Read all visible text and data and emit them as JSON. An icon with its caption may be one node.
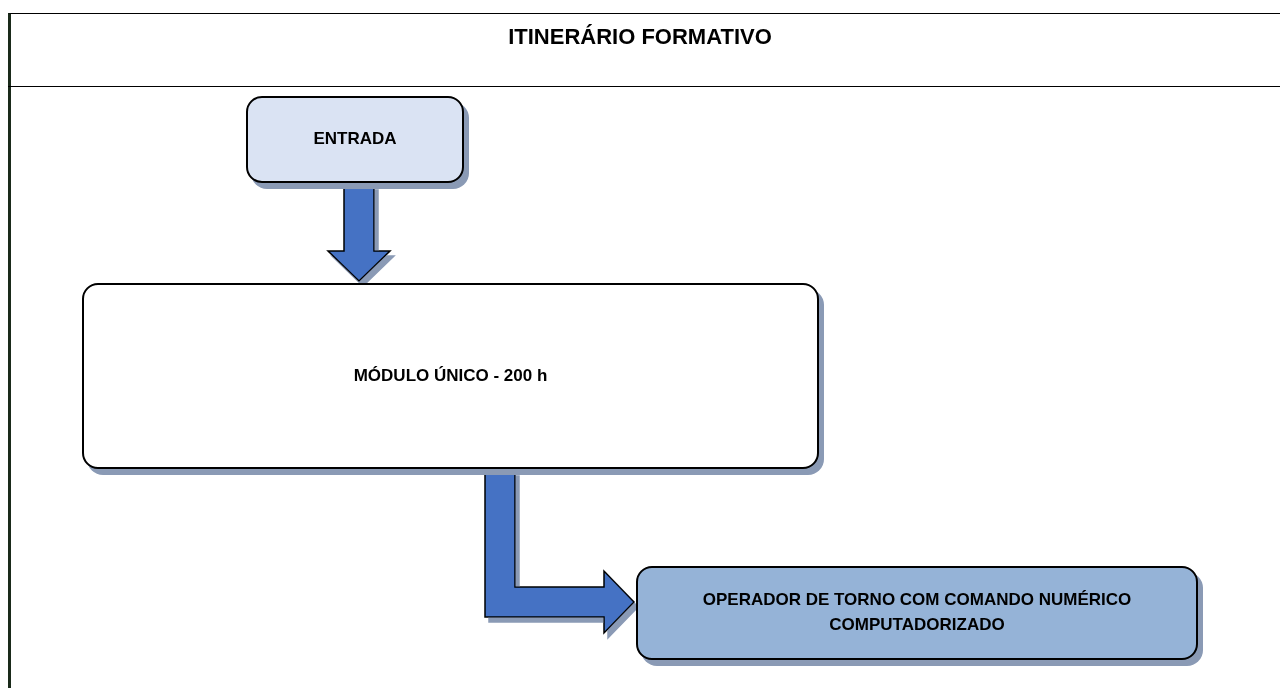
{
  "diagram": {
    "title": "ITINERÁRIO FORMATIVO",
    "nodes": [
      {
        "text": [
          "ENTRADA"
        ]
      },
      {
        "text": [
          "MÓDULO ÚNICO - 200 h"
        ]
      },
      {
        "text": [
          "OPERADOR DE TORNO COM COMANDO NUMÉRICO COMPUTADORIZADO"
        ]
      }
    ],
    "edges": [
      {
        "from": 0,
        "to": 1,
        "arrow": "to"
      },
      {
        "from": 1,
        "to": 2,
        "arrow": "to"
      }
    ]
  }
}
